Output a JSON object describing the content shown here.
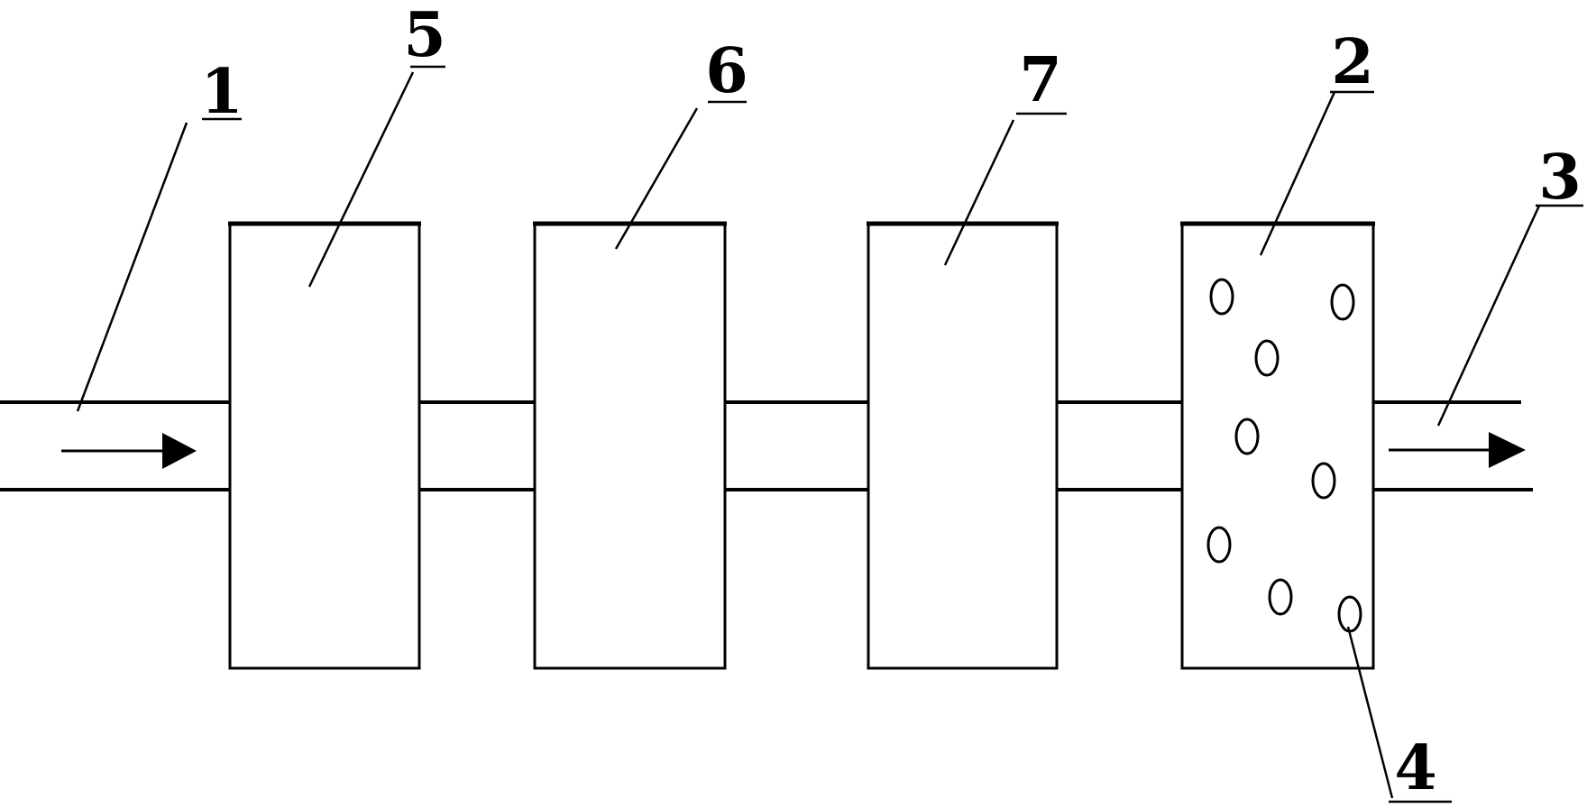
{
  "labels": {
    "inlet_pipe": "1",
    "bubble_unit": "2",
    "outlet_pipe": "3",
    "bubble": "4",
    "unit_a": "5",
    "unit_b": "6",
    "unit_c": "7"
  },
  "colors": {
    "stroke": "#000000",
    "background": "#ffffff"
  }
}
